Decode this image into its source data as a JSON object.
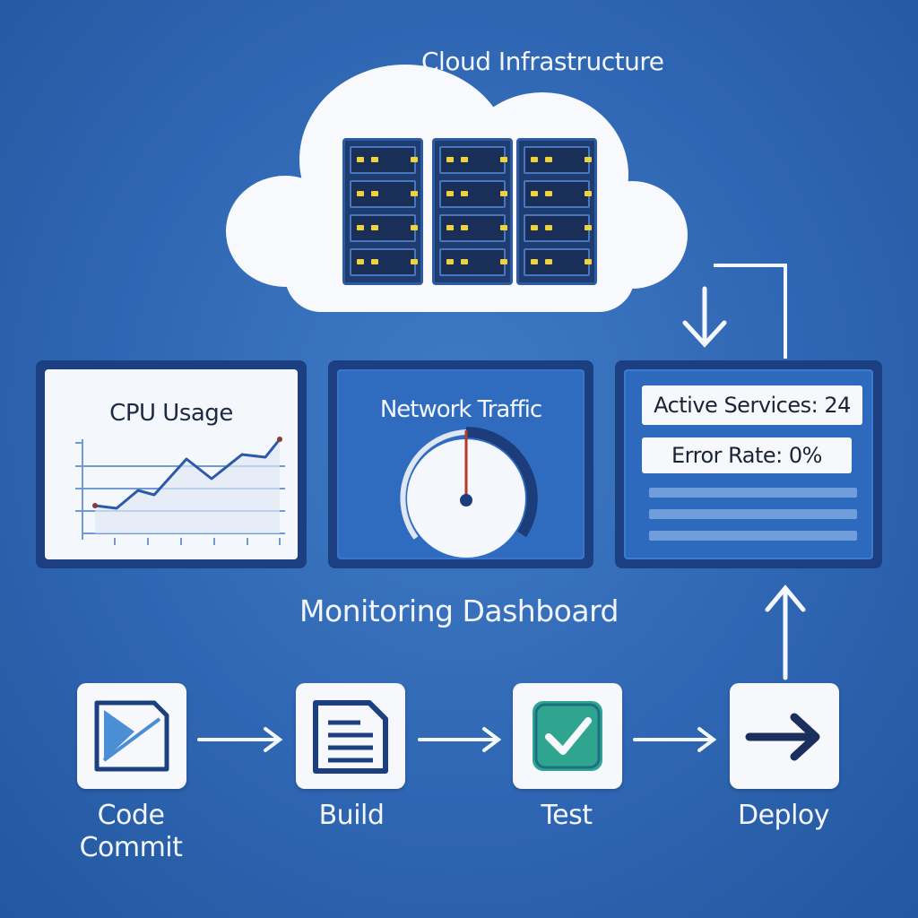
{
  "cloud": {
    "title": "Cloud Infrastructure",
    "server_racks": 3,
    "units_per_rack": 4
  },
  "dashboard": {
    "title": "Monitoring Dashboard",
    "cpu_panel": {
      "title": "CPU Usage"
    },
    "network_panel": {
      "title": "Network Traffic"
    },
    "services_panel": {
      "active_services": "Active Services: 24",
      "error_rate": "Error Rate: 0%"
    }
  },
  "pipeline": {
    "steps": [
      {
        "label": "Code Commit",
        "icon": "code-file-icon"
      },
      {
        "label": "Build",
        "icon": "document-icon"
      },
      {
        "label": "Test",
        "icon": "checkmark-icon"
      },
      {
        "label": "Deploy",
        "icon": "arrow-right-icon"
      }
    ]
  },
  "colors": {
    "background": "#2f66b3",
    "panel_border": "#1b3f80",
    "led": "#f0d23c",
    "gauge_needle": "#c0392b",
    "check_green": "#2fa58f"
  }
}
